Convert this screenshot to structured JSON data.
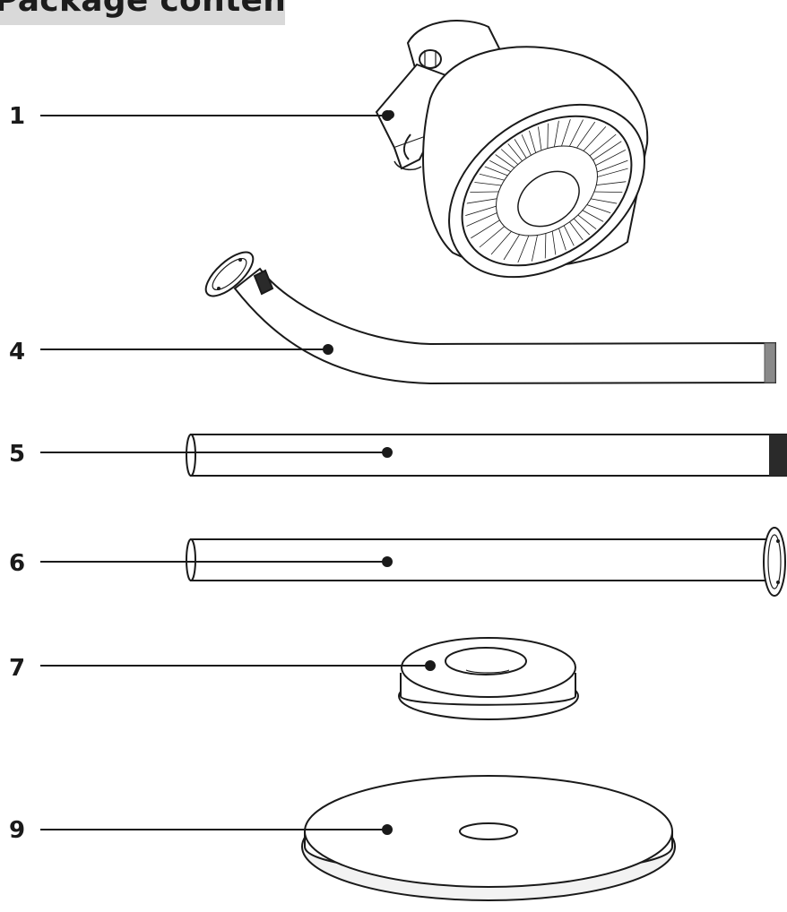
{
  "header": {
    "title": "Package contents"
  },
  "parts": [
    {
      "number": "1"
    },
    {
      "number": "4"
    },
    {
      "number": "5"
    },
    {
      "number": "6"
    },
    {
      "number": "7"
    },
    {
      "number": "9"
    }
  ],
  "colors": {
    "header_bg": "#d9d9d9",
    "line": "#1a1a1a"
  }
}
